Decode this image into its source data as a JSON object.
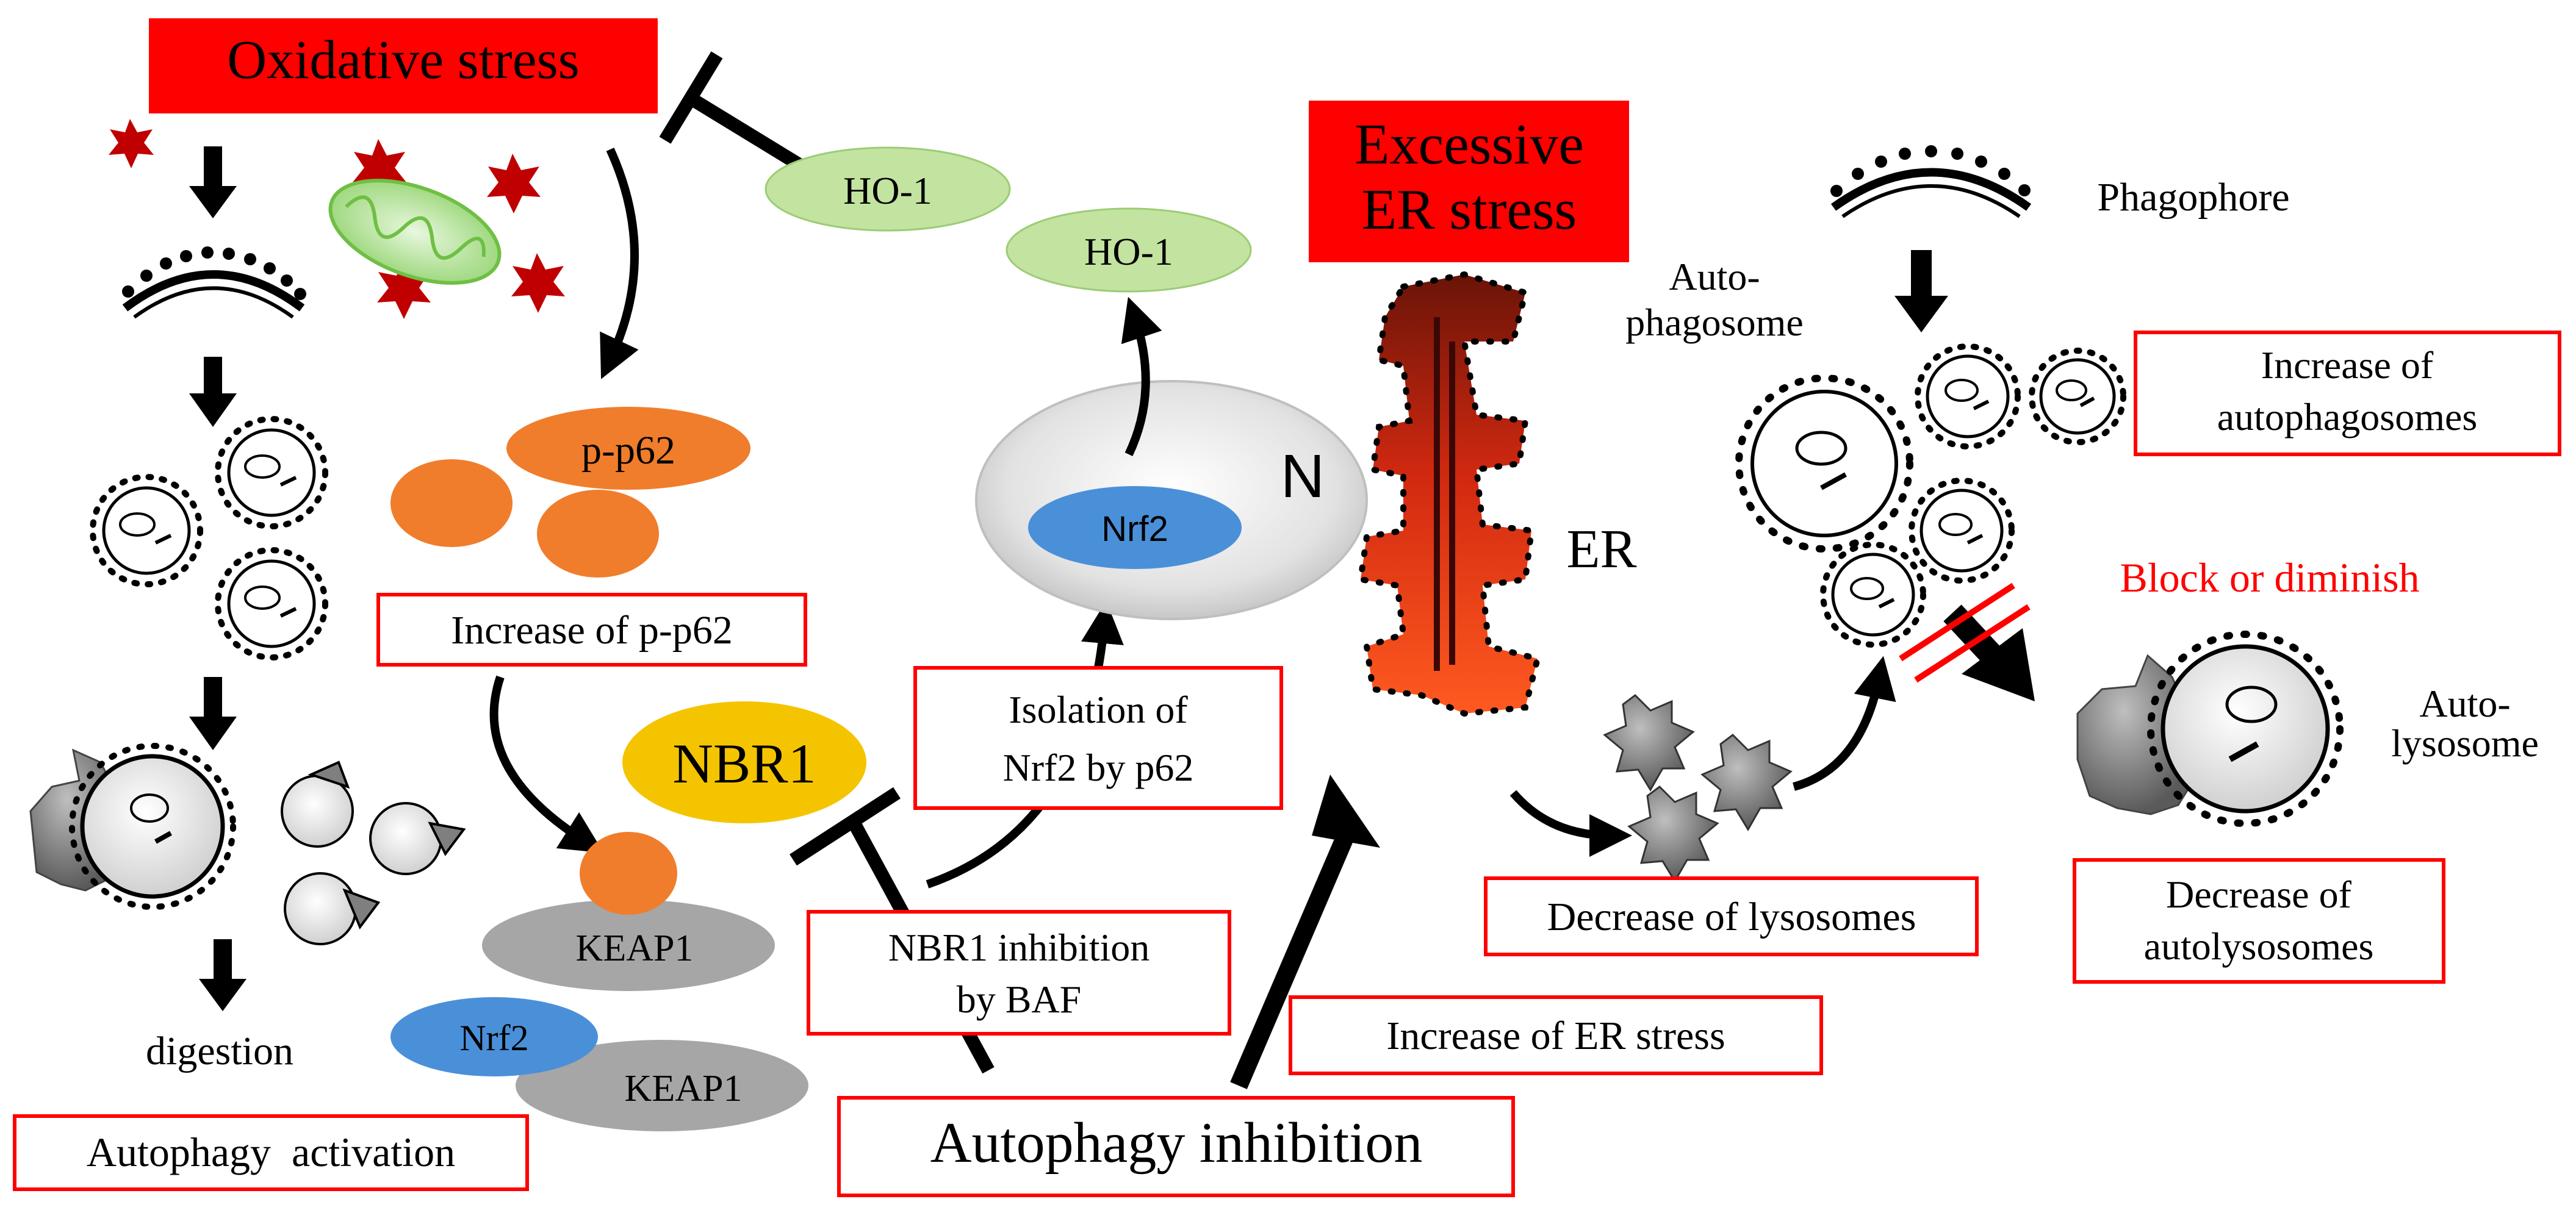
{
  "colors": {
    "red_box": "#ff0000",
    "ellipse_green": "#c3e3a0",
    "ellipse_orange": "#f07d2c",
    "ellipse_gold": "#f5c400",
    "ellipse_gray": "#a6a6a6",
    "ellipse_blue": "#4a90d9",
    "nucleus_gray": "#d9d9d9",
    "er_dark": "#7a1a10",
    "er_bright": "#ff4020",
    "star_red": "#c00000",
    "lysosome_gray": "#7f7f7f"
  },
  "labels": {
    "oxidative_stress": "Oxidative stress",
    "excessive_er_stress_line1": "Excessive",
    "excessive_er_stress_line2": "ER stress",
    "ho1_a": "HO-1",
    "ho1_b": "HO-1",
    "p_p62": "p-p62",
    "increase_p_p62": "Increase of p-p62",
    "nbr1": "NBR1",
    "keap1_a": "KEAP1",
    "keap1_b": "KEAP1",
    "nrf2_a": "Nrf2",
    "nrf2_b": "Nrf2",
    "nucleus": "N",
    "isolation_line1": "Isolation of",
    "isolation_line2": "Nrf2 by p62",
    "nbr1_inhibition_line1": "NBR1 inhibition",
    "nbr1_inhibition_line2": "by BAF",
    "autophagy_inhibition": "Autophagy inhibition",
    "autophagy_activation": "Autophagy  activation",
    "digestion": "digestion",
    "er": "ER",
    "phagophore": "Phagophore",
    "autophagosome_line1": "Auto-",
    "autophagosome_line2": "phagosome",
    "increase_autophagosomes_line1": "Increase of",
    "increase_autophagosomes_line2": "autophagosomes",
    "block_or_diminish": "Block or diminish",
    "autolysosome_line1": "Auto-",
    "autolysosome_line2": "lysosome",
    "decrease_lysosomes": "Decrease of lysosomes",
    "decrease_autolysosomes_line1": "Decrease of",
    "decrease_autolysosomes_line2": "autolysosomes",
    "increase_er_stress": "Increase of ER stress"
  }
}
